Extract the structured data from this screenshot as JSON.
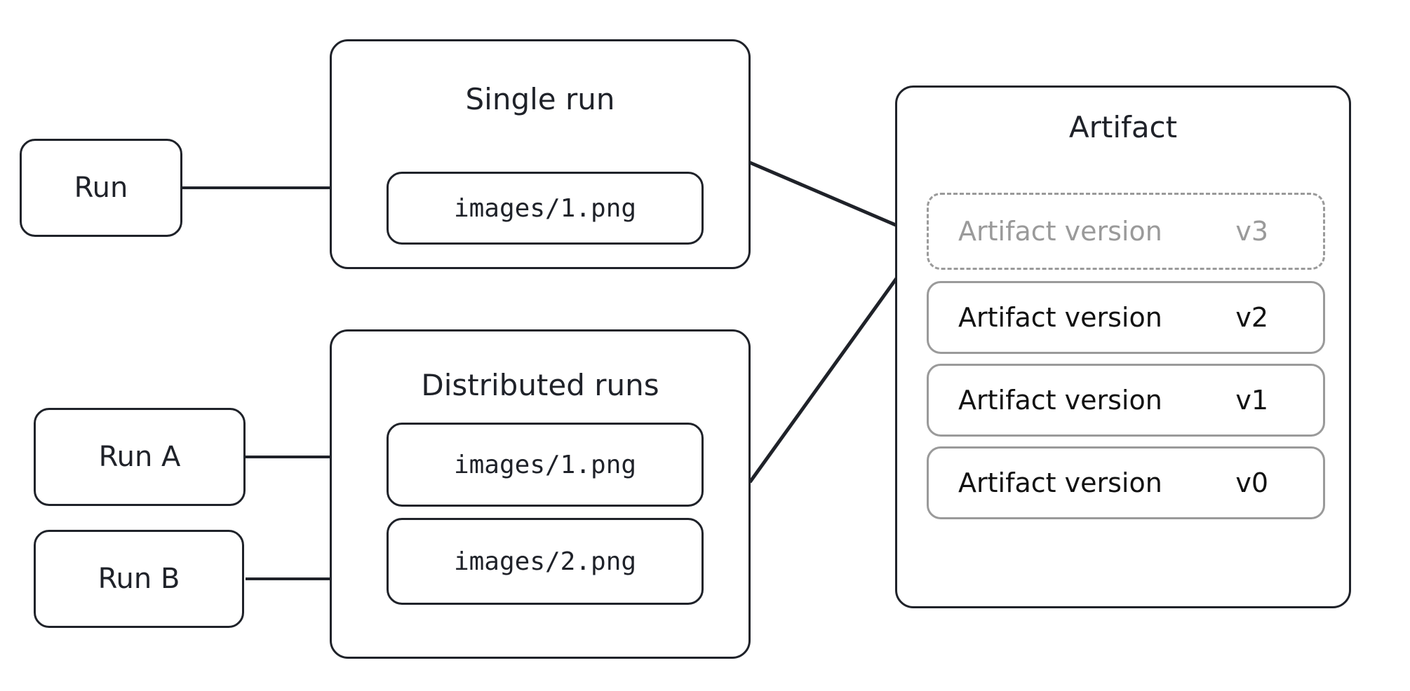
{
  "diagram": {
    "title_hidden": "",
    "colors": {
      "stroke_dark": "#1f2229",
      "stroke_gray": "#9a9a9a",
      "text_dark": "#1f2229",
      "text_gray": "#9a9a9a",
      "background": "#ffffff"
    }
  },
  "runs": {
    "single": {
      "label": "Run"
    },
    "distributed_a": {
      "label": "Run A"
    },
    "distributed_b": {
      "label": "Run B"
    }
  },
  "groups": {
    "single_run": {
      "title": "Single run",
      "files": [
        {
          "path": "images/1.png"
        }
      ]
    },
    "distributed_runs": {
      "title": "Distributed runs",
      "files": [
        {
          "path": "images/1.png"
        },
        {
          "path": "images/2.png"
        }
      ]
    }
  },
  "artifact": {
    "title": "Artifact",
    "versions": [
      {
        "label": "Artifact version",
        "tag": "v3",
        "state": "draft"
      },
      {
        "label": "Artifact version",
        "tag": "v2",
        "state": "committed"
      },
      {
        "label": "Artifact version",
        "tag": "v1",
        "state": "committed"
      },
      {
        "label": "Artifact version",
        "tag": "v0",
        "state": "committed"
      }
    ]
  },
  "edges": [
    {
      "name": "run-to-single-file",
      "from": "Run",
      "to": "images/1.png"
    },
    {
      "name": "run-a-to-file-1",
      "from": "Run A",
      "to": "images/1.png"
    },
    {
      "name": "run-b-to-file-2",
      "from": "Run B",
      "to": "images/2.png"
    },
    {
      "name": "single-run-to-artifact-v3",
      "from": "Single run",
      "to": "Artifact version v3"
    },
    {
      "name": "distributed-runs-to-artifact-v3",
      "from": "Distributed runs",
      "to": "Artifact version v3"
    }
  ]
}
